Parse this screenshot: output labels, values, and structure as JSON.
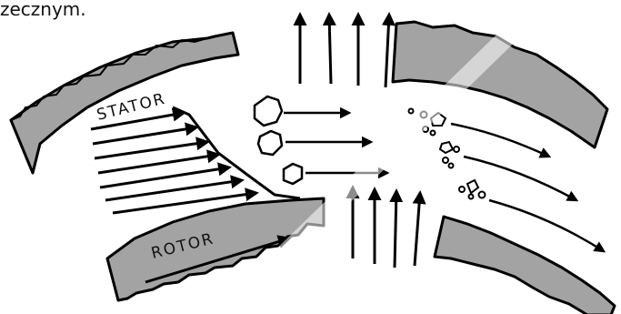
{
  "caption_fragment": "zecznym.",
  "labels": {
    "stator": "STATOR",
    "rotor": "ROTOR"
  },
  "colors": {
    "part_fill": "#a3a3a3",
    "stroke": "#000000",
    "background": "#ffffff",
    "watermark": "#ffffff"
  }
}
